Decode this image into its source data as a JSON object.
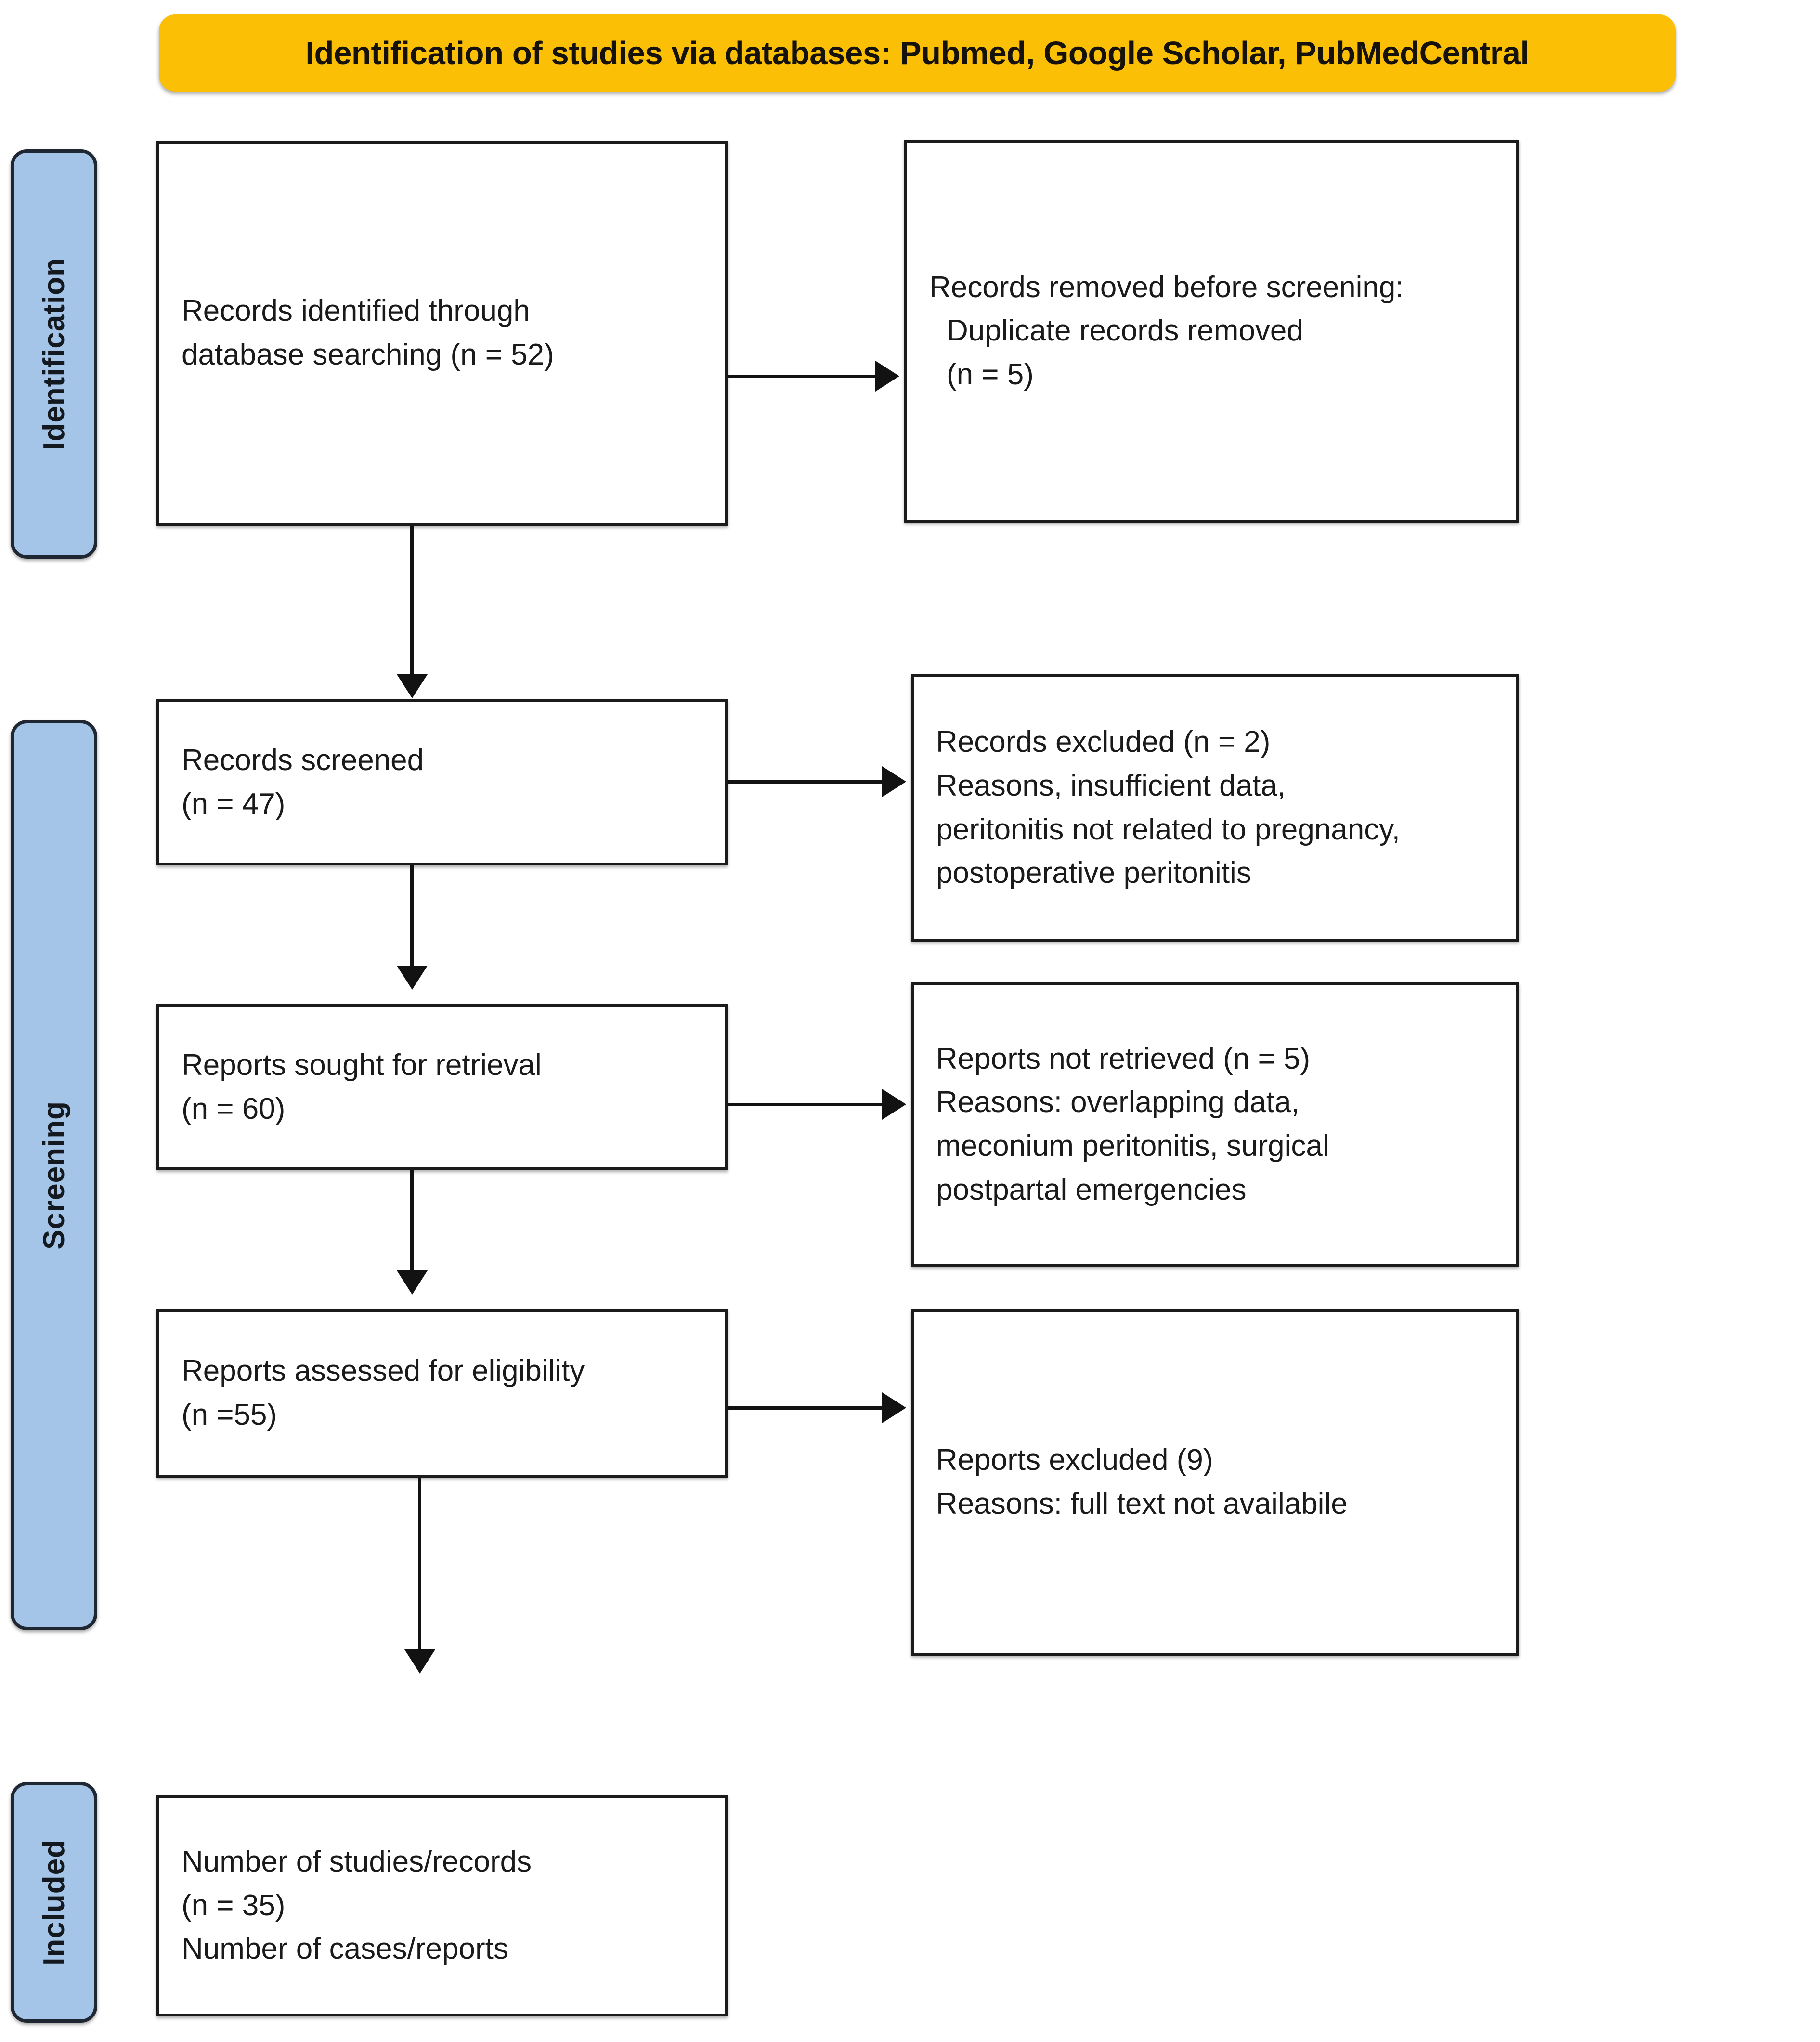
{
  "banner": {
    "title": "Identification of studies via databases: Pubmed, Google Scholar, PubMedCentral",
    "color": "#FBBF06"
  },
  "stages": [
    {
      "id": "identification",
      "label": "Identification",
      "color": "#A4C5E8"
    },
    {
      "id": "screening",
      "label": "Screening",
      "color": "#A4C5E8"
    },
    {
      "id": "included",
      "label": "Included",
      "color": "#A4C5E8"
    }
  ],
  "boxes": {
    "records_identified": {
      "lines": [
        "Records identified through",
        "database searching (n = 52)"
      ]
    },
    "records_removed": {
      "line1_prefix": "Records removed ",
      "line1_italic": "before screening",
      "line1_suffix": ":",
      "lines": [
        "Duplicate records removed",
        "(n = 5)"
      ]
    },
    "records_screened": {
      "lines": [
        "Records screened",
        "(n = 47)"
      ]
    },
    "records_excluded": {
      "lines": [
        "Records excluded (n = 2)",
        "Reasons, insufficient data,",
        "peritonitis not related to pregnancy,",
        "postoperative peritonitis"
      ]
    },
    "reports_sought": {
      "lines": [
        "Reports sought for retrieval",
        "(n = 60)"
      ]
    },
    "reports_not_retrieved": {
      "lines": [
        "Reports not retrieved (n = 5)",
        "Reasons: overlapping data,",
        "meconium peritonitis, surgical",
        "postpartal emergencies"
      ]
    },
    "reports_assessed": {
      "lines": [
        "Reports assessed for eligibility",
        "(n =55)"
      ]
    },
    "reports_excluded": {
      "lines": [
        "Reports excluded (9)",
        "Reasons: full text not availabile"
      ]
    },
    "included_studies": {
      "lines": [
        "Number of studies/records",
        "(n = 35)",
        "Number of cases/reports"
      ]
    }
  },
  "chart_data": {
    "type": "diagram",
    "title": "PRISMA flow diagram",
    "flow": [
      {
        "stage": "Identification",
        "node": "Records identified through database searching",
        "n": 52
      },
      {
        "stage": "Identification",
        "node": "Duplicate records removed before screening",
        "n": 5
      },
      {
        "stage": "Screening",
        "node": "Records screened",
        "n": 47
      },
      {
        "stage": "Screening",
        "node": "Records excluded",
        "n": 2,
        "reasons": "insufficient data, peritonitis not related to pregnancy, postoperative peritonitis"
      },
      {
        "stage": "Screening",
        "node": "Reports sought for retrieval",
        "n": 60
      },
      {
        "stage": "Screening",
        "node": "Reports not retrieved",
        "n": 5,
        "reasons": "overlapping data, meconium peritonitis, surgical postpartal emergencies"
      },
      {
        "stage": "Screening",
        "node": "Reports assessed for eligibility",
        "n": 55
      },
      {
        "stage": "Screening",
        "node": "Reports excluded",
        "n": 9,
        "reasons": "full text not availabile"
      },
      {
        "stage": "Included",
        "node": "Number of studies/records",
        "n": 35
      },
      {
        "stage": "Included",
        "node": "Number of cases/reports",
        "n": null
      }
    ]
  }
}
